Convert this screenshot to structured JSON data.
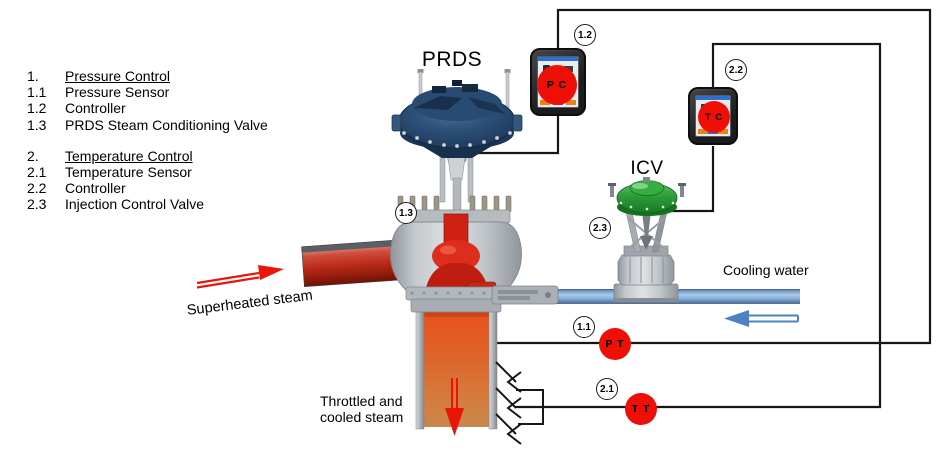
{
  "legend": {
    "groups": [
      {
        "number": "1.",
        "title": "Pressure Control",
        "items": [
          {
            "number": "1.1",
            "label": "Pressure Sensor"
          },
          {
            "number": "1.2",
            "label": "Controller"
          },
          {
            "number": "1.3",
            "label": "PRDS Steam Conditioning Valve"
          }
        ]
      },
      {
        "number": "2.",
        "title": "Temperature Control",
        "items": [
          {
            "number": "2.1",
            "label": "Temperature Sensor"
          },
          {
            "number": "2.2",
            "label": "Controller"
          },
          {
            "number": "2.3",
            "label": "Injection Control Valve"
          }
        ]
      }
    ]
  },
  "labels": {
    "prds_valve": "PRDS",
    "injection_valve": "ICV",
    "cooling_water": "Cooling water",
    "superheated_steam": "Superheated steam",
    "throttled_steam_line1": "Throttled and",
    "throttled_steam_line2": "cooled steam"
  },
  "instruments": {
    "pressure_controller": {
      "tag": "P C",
      "callout": "1.2"
    },
    "temperature_controller": {
      "tag": "T C",
      "callout": "2.2"
    },
    "pressure_transmitter": {
      "tag": "P T",
      "callout": "1.1"
    },
    "temperature_transmitter": {
      "tag": "T T",
      "callout": "2.1"
    },
    "prds_valve_callout": "1.3",
    "injection_valve_callout": "2.3"
  },
  "colors": {
    "instrument_red": "#ee0f07",
    "signal_line": "#161616",
    "cooling_water_blue": "#7ba6d2",
    "prds_actuator_blue": "#2c4f77",
    "icv_actuator_green": "#2f9e3c",
    "steam_hot_red": "#bc2b1a",
    "steam_cooled_orange": "#dd642a"
  }
}
